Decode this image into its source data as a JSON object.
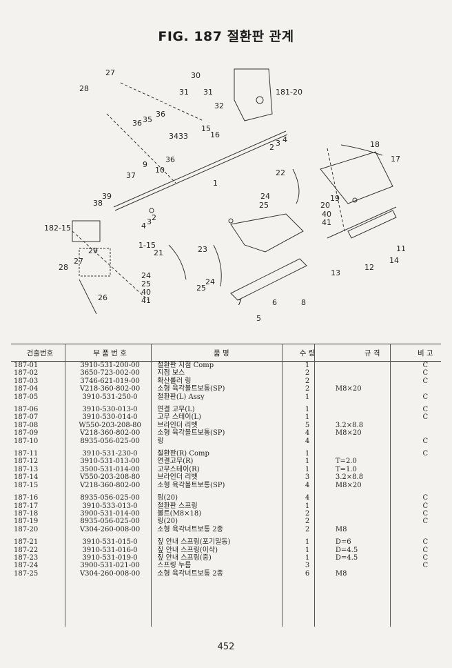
{
  "title": "FIG. 187 절환판 관계",
  "diagram": {
    "callouts": [
      "1",
      "1-15",
      "2",
      "3",
      "4",
      "5",
      "6",
      "7",
      "8",
      "9",
      "10",
      "11",
      "12",
      "13",
      "14",
      "15",
      "16",
      "17",
      "18",
      "19",
      "20",
      "21",
      "22",
      "23",
      "24",
      "25",
      "26",
      "27",
      "28",
      "29",
      "30",
      "31",
      "32",
      "33",
      "34",
      "35",
      "36",
      "37",
      "38",
      "39",
      "40",
      "41",
      "181-20",
      "182-15"
    ]
  },
  "table": {
    "headers": [
      "건출번호",
      "부 품 번 호",
      "품 명",
      "수 량",
      "규 격",
      "비 고"
    ],
    "groups": [
      [
        {
          "no": "187-01",
          "part": "3910-531-200-00",
          "name": "절환판 지점 Comp",
          "qty": "1",
          "spec": "",
          "note": "C"
        },
        {
          "no": "187-02",
          "part": "3650-723-002-00",
          "name": "지점 보스",
          "qty": "2",
          "spec": "",
          "note": "C"
        },
        {
          "no": "187-03",
          "part": "3746-621-019-00",
          "name": "확산롤러 링",
          "qty": "2",
          "spec": "",
          "note": "C"
        },
        {
          "no": "187-04",
          "part": "V218-360-802-00",
          "name": "소형 육각볼트보통(SP)",
          "qty": "2",
          "spec": "M8×20",
          "note": ""
        },
        {
          "no": "187-05",
          "part": "3910-531-250-0",
          "name": "절환판(L) Assy",
          "qty": "1",
          "spec": "",
          "note": "C"
        }
      ],
      [
        {
          "no": "187-06",
          "part": "3910-530-013-0",
          "name": "연결 고무(L)",
          "qty": "1",
          "spec": "",
          "note": "C"
        },
        {
          "no": "187-07",
          "part": "3910-530-014-0",
          "name": "고무 스테이(L)",
          "qty": "1",
          "spec": "",
          "note": "C"
        },
        {
          "no": "187-08",
          "part": "W550-203-208-80",
          "name": "브라인더 리벳",
          "qty": "5",
          "spec": "3.2×8.8",
          "note": ""
        },
        {
          "no": "187-09",
          "part": "V218-360-802-00",
          "name": "소형 육각볼트보통(SP)",
          "qty": "4",
          "spec": "M8×20",
          "note": ""
        },
        {
          "no": "187-10",
          "part": "8935-056-025-00",
          "name": "링",
          "qty": "4",
          "spec": "",
          "note": "C"
        }
      ],
      [
        {
          "no": "187-11",
          "part": "3910-531-230-0",
          "name": "절환판(R) Comp",
          "qty": "1",
          "spec": "",
          "note": "C"
        },
        {
          "no": "187-12",
          "part": "3910-531-013-00",
          "name": "연결고무(R)",
          "qty": "1",
          "spec": "T=2.0",
          "note": ""
        },
        {
          "no": "187-13",
          "part": "3500-531-014-00",
          "name": "고무스테이(R)",
          "qty": "1",
          "spec": "T=1.0",
          "note": ""
        },
        {
          "no": "187-14",
          "part": "V550-203-208-80",
          "name": "브라인더 리벳",
          "qty": "3",
          "spec": "3.2×8.8",
          "note": ""
        },
        {
          "no": "187-15",
          "part": "V218-360-802-00",
          "name": "소형 육각볼트보통(SP)",
          "qty": "4",
          "spec": "M8×20",
          "note": ""
        }
      ],
      [
        {
          "no": "187-16",
          "part": "8935-056-025-00",
          "name": "링(20)",
          "qty": "4",
          "spec": "",
          "note": "C"
        },
        {
          "no": "187-17",
          "part": "3910-533-013-0",
          "name": "절환판 스프링",
          "qty": "1",
          "spec": "",
          "note": "C"
        },
        {
          "no": "187-18",
          "part": "3900-531-014-00",
          "name": "볼트(M8×18)",
          "qty": "2",
          "spec": "",
          "note": "C"
        },
        {
          "no": "187-19",
          "part": "8935-056-025-00",
          "name": "링(20)",
          "qty": "2",
          "spec": "",
          "note": "C"
        },
        {
          "no": "187-20",
          "part": "V304-260-008-00",
          "name": "소형 육각너트보통 2종",
          "qty": "2",
          "spec": "M8",
          "note": ""
        }
      ],
      [
        {
          "no": "187-21",
          "part": "3910-531-015-0",
          "name": "짚 안내 스프링(포기밀동)",
          "qty": "1",
          "spec": "D=6",
          "note": "C"
        },
        {
          "no": "187-22",
          "part": "3910-531-016-0",
          "name": "짚 안내 스프링(이삭)",
          "qty": "1",
          "spec": "D=4.5",
          "note": "C"
        },
        {
          "no": "187-23",
          "part": "3910-531-019-0",
          "name": "짚 안내 스프링(중)",
          "qty": "1",
          "spec": "D=4.5",
          "note": "C"
        },
        {
          "no": "187-24",
          "part": "3900-531-021-00",
          "name": "스프링 누름",
          "qty": "3",
          "spec": "",
          "note": "C"
        },
        {
          "no": "187-25",
          "part": "V304-260-008-00",
          "name": "소형 육각너트보통 2종",
          "qty": "6",
          "spec": "M8",
          "note": ""
        }
      ]
    ]
  },
  "page_number": "452"
}
